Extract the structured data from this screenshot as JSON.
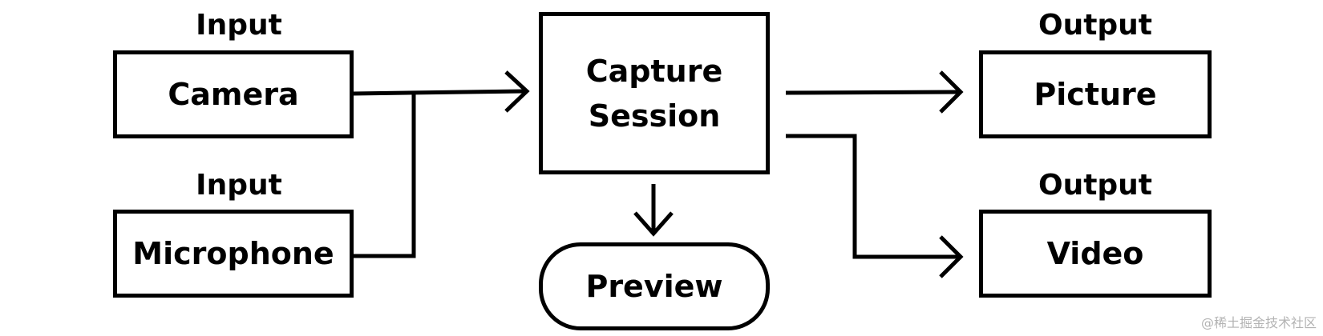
{
  "diagram": {
    "inputs": [
      {
        "heading": "Input",
        "label": "Camera"
      },
      {
        "heading": "Input",
        "label": "Microphone"
      }
    ],
    "session": {
      "line1": "Capture",
      "line2": "Session"
    },
    "preview": {
      "label": "Preview"
    },
    "outputs": [
      {
        "heading": "Output",
        "label": "Picture"
      },
      {
        "heading": "Output",
        "label": "Video"
      }
    ],
    "stroke_color": "#000000",
    "background_color": "#ffffff"
  },
  "watermark": {
    "text": "@稀土掘金技术社区"
  }
}
